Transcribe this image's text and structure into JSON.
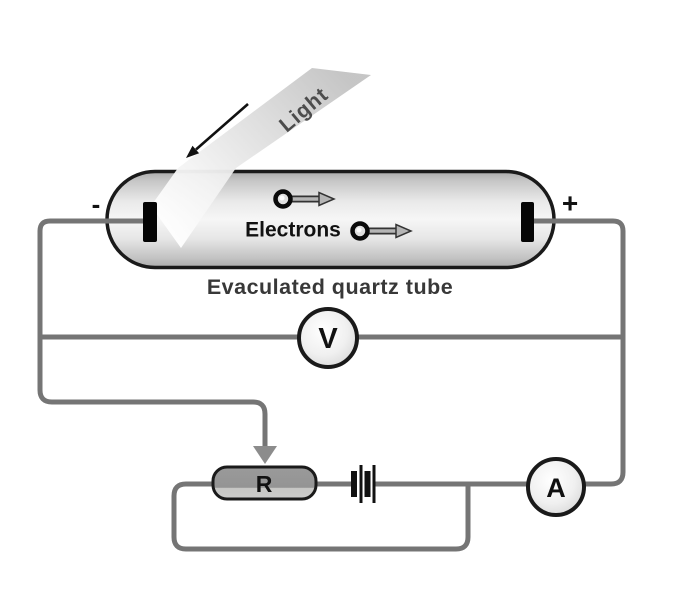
{
  "diagram": {
    "labels": {
      "light": "Light",
      "electrons": "Electrons",
      "tube_caption": "Evaculated quartz tube",
      "cathode_sign": "-",
      "anode_sign": "+",
      "voltmeter": "V",
      "ammeter": "A",
      "resistor": "R"
    },
    "colors": {
      "background": "#ffffff",
      "wire": "#757575",
      "outline": "#1a1a1a",
      "electrode": "#050505",
      "arrow_black": "#111111",
      "wiper_arrow": "#8c8c8c",
      "battery_bar": "#111111",
      "electron_shaft_fill": "#b5b5b5",
      "electron_shaft_edge": "#333333",
      "beam_top": "#c3c3c3",
      "beam_bottom": "#ffffff",
      "tube_edge_shade": "#a8a8a8",
      "tube_center_shade": "#f6f6f6",
      "meter_center": "#ffffff",
      "meter_edge": "#cbcbcb",
      "resistor_top": "#9a9a9a",
      "resistor_bottom": "#cccccb"
    }
  }
}
